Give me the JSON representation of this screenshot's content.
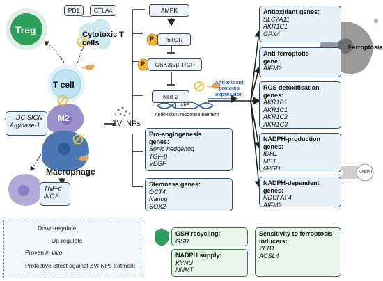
{
  "center_label": "ZVI NPs",
  "cells": {
    "treg": "Treg",
    "tcell": "T cell",
    "cytotoxic": "Cytotoxic T cells",
    "m2": "M2",
    "macrophage": "Macrophage",
    "ferroptosis": "Ferroptosis"
  },
  "checkpoints": {
    "pd1": "PD1",
    "ctla4": "CTLA4"
  },
  "immune_markers": {
    "dcsign": "DC-SIGN",
    "arginase": "Arginase-1",
    "tnf": "TNF-α",
    "inos": "iNOS"
  },
  "pathway": {
    "ampk": "AMPK",
    "p1": "P",
    "mtor": "mTOR",
    "p2": "P",
    "gsk": "GSK3β/β-TrCP",
    "nrf2": "NRF2",
    "are": "ARE",
    "are_caption": "Antioxidant response element",
    "expression_label": "Antioxidant proteins expression"
  },
  "gene_boxes": {
    "antioxidant": {
      "title": "Antioxidant genes:",
      "genes": [
        "SLC7A11",
        "AKR1C1",
        "GPX4"
      ]
    },
    "antiferroptotic": {
      "title": "Anti-ferroptotic gene:",
      "genes": [
        "AIFM2"
      ]
    },
    "ros": {
      "title": "ROS detoxification genes:",
      "genes": [
        "AKR1B1",
        "AKR1C1",
        "AKR1C2",
        "AKR1C3"
      ]
    },
    "nadph_prod": {
      "title": "NADPH-production genes:",
      "genes": [
        "IDH1",
        "ME1",
        "6PGD"
      ]
    },
    "nadph_dep": {
      "title": "NADPH-dependent genes:",
      "genes": [
        "NDUFAF4",
        "AIFM2"
      ]
    },
    "angio": {
      "title": "Pro-angiogenesis genes:",
      "genes": [
        "Sonic hedgehog",
        "TGF-β",
        "VEGF"
      ]
    },
    "stemness": {
      "title": "Stemness genes:",
      "genes": [
        "OCT4,",
        "Nanog",
        "SOX2"
      ]
    }
  },
  "nadph_label": "NADPH",
  "green_boxes": {
    "gsh": {
      "title": "GSH recycling:",
      "genes": [
        "GSR"
      ]
    },
    "nadph_supply": {
      "title": "NADPH supply:",
      "genes": [
        "KYNU",
        "NNMT"
      ]
    },
    "sensitivity": {
      "title": "Sensitivity to ferroptosis inducers:",
      "genes": [
        "ZEB1",
        "ACSL4"
      ]
    }
  },
  "legend": {
    "down": "Down-regulate",
    "up": "Up-regulate",
    "in_vivo_prefix": "Proven ",
    "in_vivo_em": "in vivo",
    "protective": "Protective effect against ZVI NPs tratment"
  },
  "colors": {
    "treg": "#2e9e5b",
    "tcell": "#bfe3f0",
    "m2": "#9b8fc9",
    "macrophage": "#4b79b6",
    "nk": "#b3a9d9",
    "phospho": "#f2b632",
    "box_blue_border": "#2f4f6f",
    "box_green_border": "#3c7a41",
    "down_arrow": "#f08a24",
    "up_arrow": "#2e9e5b",
    "legend_border": "#5a86c6"
  },
  "icons": [
    "mouse-icon",
    "down-regulate-icon",
    "shield-icon",
    "dna-icon",
    "tumor-cell-icon"
  ]
}
